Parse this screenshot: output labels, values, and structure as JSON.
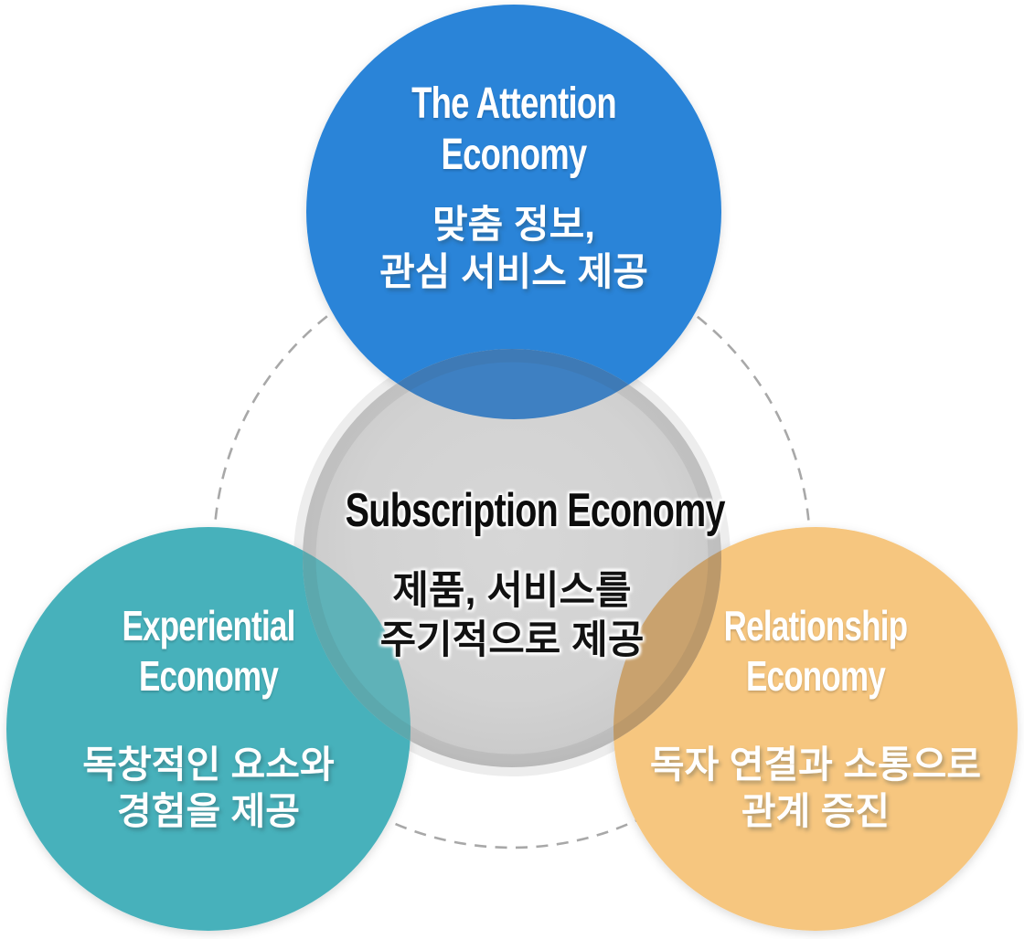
{
  "diagram": {
    "dashed_ring": {
      "color": "#a8a8a8"
    },
    "halo_color": "#ededed",
    "top": {
      "title_line1": "The Attention",
      "title_line2": "Economy",
      "desc_line1": "맞춤 정보,",
      "desc_line2": "관심 서비스 제공",
      "color": "#2a84d8"
    },
    "left": {
      "title_line1": "Experiential",
      "title_line2": "Economy",
      "desc_line1": "독창적인 요소와",
      "desc_line2": "경험을 제공",
      "color": "#47b1bb"
    },
    "right": {
      "title_line1": "Relationship",
      "title_line2": "Economy",
      "desc_line1": "독자 연결과 소통으로",
      "desc_line2": "관계 증진",
      "color": "#f6c67f"
    },
    "center": {
      "title": "Subscription Economy",
      "desc_line1": "제품, 서비스를",
      "desc_line2": "주기적으로 제공",
      "color": "#d3d3d3"
    },
    "overlap_colors": {
      "top_center": "#3e80c2",
      "left_center": "#5fb2b8",
      "right_center": "#c9a26e"
    }
  }
}
